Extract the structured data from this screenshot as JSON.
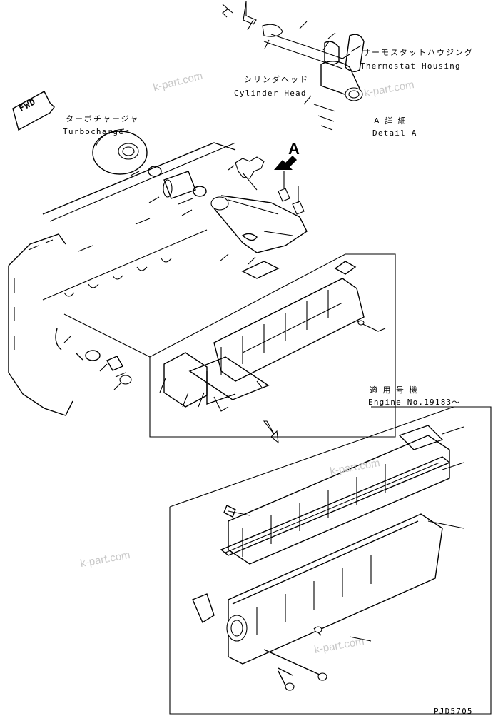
{
  "labels": {
    "thermostat_housing_jp": "サーモスタットハウジング",
    "thermostat_housing_en": "Thermostat Housing",
    "cylinder_head_jp": "シリンダヘッド",
    "cylinder_head_en": "Cylinder Head",
    "turbocharger_jp": "ターボチャージャ",
    "turbocharger_en": "Turbocharger",
    "detail_a_jp": "A 詳 細",
    "detail_a_en": "Detail A",
    "arrow_a": "A",
    "fwd": "FWD",
    "applicable_jp": "適 用 号 機",
    "engine_no": "Engine No.19183～",
    "drawing_code": "PJD5705"
  },
  "watermarks": [
    "k-part.com",
    "k-part.com",
    "k-part.com",
    "k-part.com",
    "k-part.com"
  ]
}
